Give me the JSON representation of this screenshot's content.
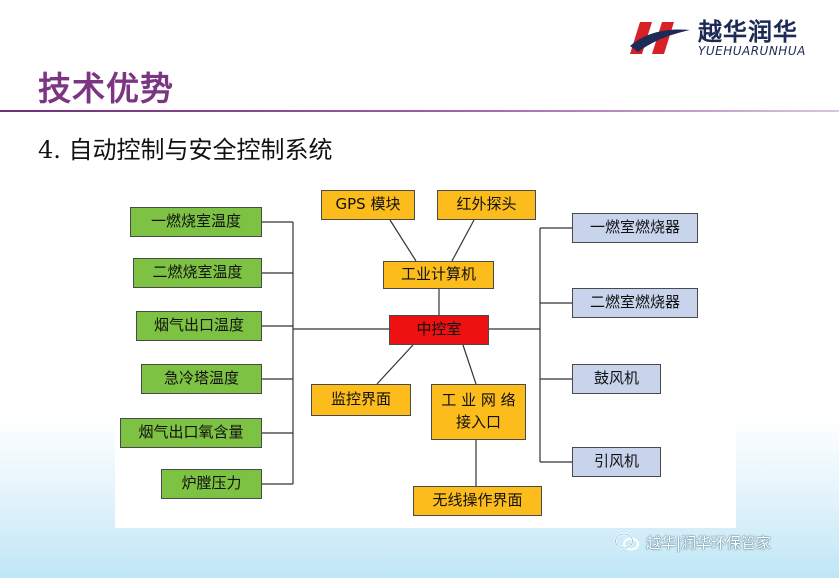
{
  "brand": {
    "name_cn": "越华润华",
    "name_en": "YUEHUARUNHUA"
  },
  "page": {
    "title": "技术优势",
    "heading": "4. 自动控制与安全控制系统"
  },
  "diagram": {
    "left_sensors": [
      "一燃烧室温度",
      "二燃烧室温度",
      "烟气出口温度",
      "急冷塔温度",
      "烟气出口氧含量",
      "炉膛压力"
    ],
    "center": {
      "gps_module": "GPS 模块",
      "infrared_probe": "红外探头",
      "industrial_computer": "工业计算机",
      "control_room": "中控室",
      "monitor_interface": "监控界面",
      "network_access": [
        "工 业 网 络",
        "接入口"
      ],
      "wireless_interface": "无线操作界面"
    },
    "right_devices": [
      "一燃室燃烧器",
      "二燃室燃烧器",
      "鼓风机",
      "引风机"
    ]
  },
  "watermark": {
    "text": "越华|润华环保管家"
  },
  "colors": {
    "sensor_box": "#7dc243",
    "center_box": "#fbbc1c",
    "device_box": "#c8d4ec",
    "control_room": "#ee1111",
    "title": "#7b3583",
    "brand": "#1d2a55"
  }
}
